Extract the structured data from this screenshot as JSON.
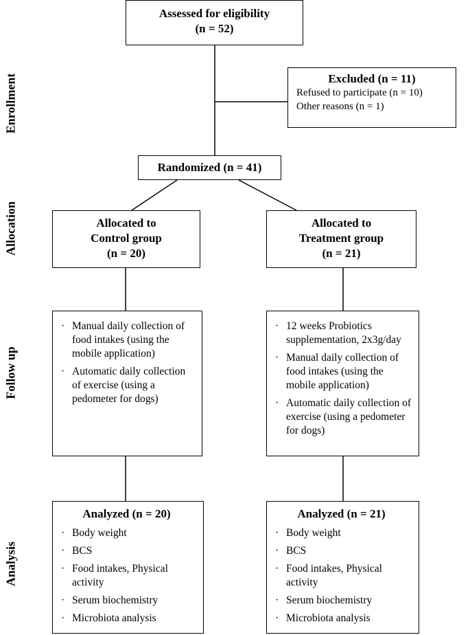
{
  "stages": {
    "enrollment": "Enrollment",
    "allocation": "Allocation",
    "follow_up": "Follow up",
    "analysis": "Analysis"
  },
  "eligibility": {
    "line1": "Assessed for eligibility",
    "line2": "(n = 52)"
  },
  "excluded": {
    "title": "Excluded (n = 11)",
    "reasons": [
      "Refused to participate (n = 10)",
      "Other reasons (n = 1)"
    ]
  },
  "randomized": {
    "label": "Randomized (n = 41)"
  },
  "control": {
    "line1": "Allocated to",
    "line2": "Control group",
    "line3": "(n = 20)"
  },
  "treatment": {
    "line1": "Allocated to",
    "line2": "Treatment group",
    "line3": "(n = 21)"
  },
  "control_followup": [
    "Manual daily collection of food intakes (using the mobile application)",
    "Automatic daily collection of exercise (using a pedometer for dogs)"
  ],
  "treatment_followup": [
    "12 weeks Probiotics supplementation, 2x3g/day",
    "Manual daily collection of food intakes (using the mobile application)",
    "Automatic daily collection of exercise (using a pedometer for dogs)"
  ],
  "control_analysis": {
    "title": "Analyzed (n = 20)",
    "items": [
      "Body weight",
      "BCS",
      "Food intakes, Physical activity",
      "Serum biochemistry",
      "Microbiota analysis"
    ]
  },
  "treatment_analysis": {
    "title": "Analyzed (n = 21)",
    "items": [
      "Body weight",
      "BCS",
      "Food intakes, Physical activity",
      "Serum biochemistry",
      "Microbiota analysis"
    ]
  }
}
